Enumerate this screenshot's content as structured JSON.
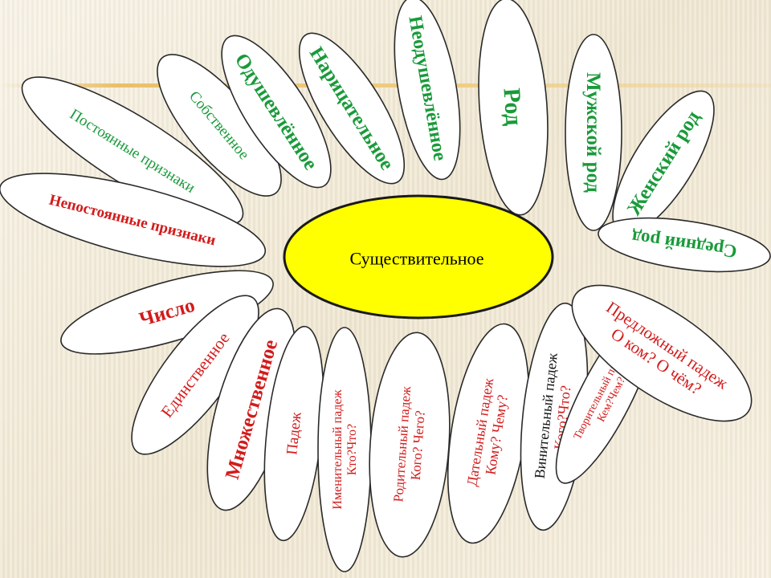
{
  "center": {
    "label": "Существительное",
    "color": "#ffff00"
  },
  "colors": {
    "green": "#1a9a3a",
    "red": "#d21b1b",
    "black": "#111111"
  },
  "petals": [
    {
      "id": "postoyannye-priznaki",
      "label": "Постоянные признаки",
      "color": "green"
    },
    {
      "id": "sobstvennoe",
      "label": "Собственное",
      "color": "green"
    },
    {
      "id": "odushevlennoe",
      "label": "Одушевлённое",
      "color": "green"
    },
    {
      "id": "naritsatelnoe",
      "label": "Нарицательное",
      "color": "green"
    },
    {
      "id": "neodushevlennoe",
      "label": "Неодушевлённое",
      "color": "green"
    },
    {
      "id": "rod",
      "label": "Род",
      "color": "green"
    },
    {
      "id": "muzhskoy-rod",
      "label": "Мужской род",
      "color": "green"
    },
    {
      "id": "zhenskiy-rod",
      "label": "Женский род",
      "color": "green"
    },
    {
      "id": "sredniy-rod",
      "label": "Средний род",
      "color": "green"
    },
    {
      "id": "nepostoyannye-priznaki",
      "label": "Непостоянные признаки",
      "color": "red"
    },
    {
      "id": "chislo",
      "label": "Число",
      "color": "red"
    },
    {
      "id": "edinstvennoe",
      "label": "Единственное",
      "color": "red"
    },
    {
      "id": "mnozhestvennoe",
      "label": "Множественное",
      "color": "red"
    },
    {
      "id": "padezh",
      "label": "Падеж",
      "color": "red"
    },
    {
      "id": "imenitelnyy",
      "label": "Именительный падеж Кто?Что?",
      "color": "red"
    },
    {
      "id": "roditelnyy",
      "label": "Родительный падеж Кого? Чего?",
      "color": "red"
    },
    {
      "id": "datelnyy",
      "label": "Дательный падеж Кому? Чему?",
      "color": "red"
    },
    {
      "id": "vinitelnyy",
      "label": "Винительный падеж Кого?Что?",
      "color": "red"
    },
    {
      "id": "tvoritelnyy",
      "label": "Творительный падеж Кем?Чем?",
      "color": "red"
    },
    {
      "id": "predlozhnyy",
      "label": "Предложный падеж О ком? О чём?",
      "color": "red"
    }
  ]
}
